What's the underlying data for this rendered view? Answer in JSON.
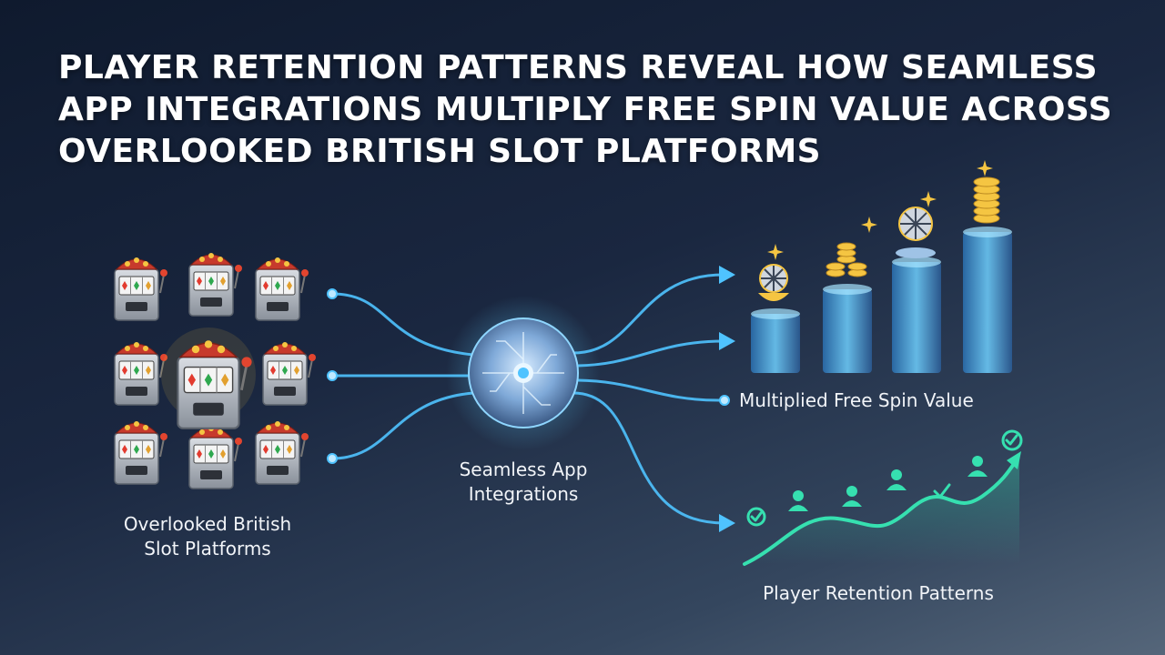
{
  "title": {
    "lines": [
      "PLAYER RETENTION PATTERNS REVEAL HOW SEAMLESS",
      "APP INTEGRATIONS MULTIPLY FREE SPIN VALUE ACROSS",
      "OVERLOOKED BRITISH SLOT PLATFORMS"
    ]
  },
  "nodes": {
    "platforms": {
      "line1": "Overlooked British",
      "line2": "Slot Platforms"
    },
    "hub": {
      "line1": "Seamless App",
      "line2": "Integrations"
    },
    "value": {
      "label": "Multiplied Free Spin Value"
    },
    "retention": {
      "label": "Player Retention Patterns"
    }
  },
  "colors": {
    "accent": "#4fc3ff",
    "retention": "#36e0b0",
    "gold": "#f5c542",
    "slot_red": "#d23a2a"
  },
  "icons": [
    "slot-machine-icon",
    "hub-chip-icon",
    "coin-stack-icon",
    "spin-wheel-icon",
    "player-icon",
    "check-icon",
    "arrow-icon"
  ]
}
